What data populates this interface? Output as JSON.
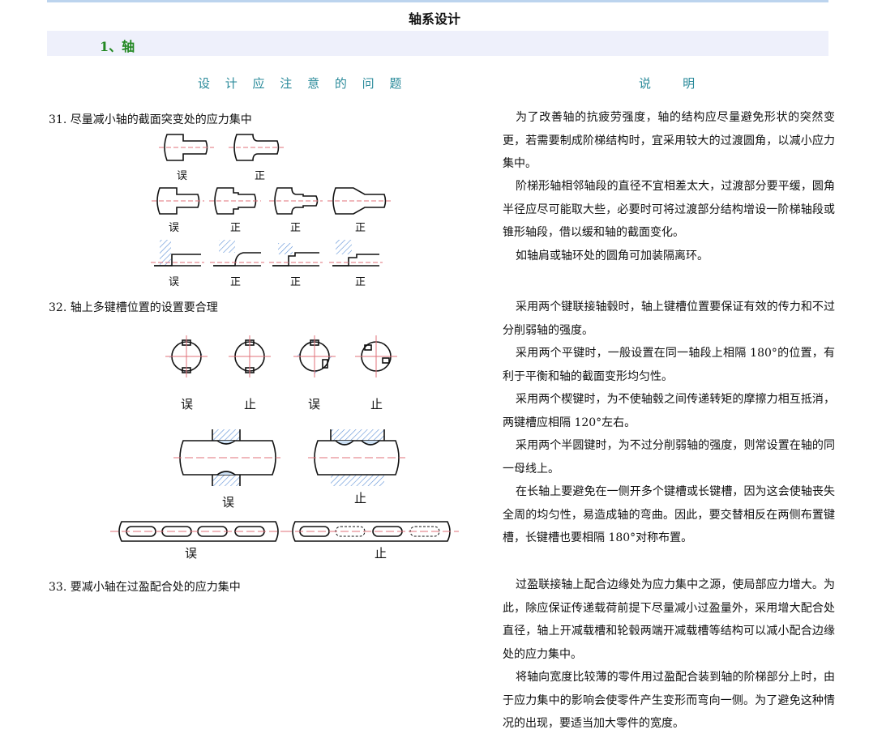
{
  "doc_title": "轴系设计",
  "section": "1、轴",
  "col_left": "设 计 应 注 意 的 问 题",
  "col_right": "说    明",
  "items": [
    {
      "title": "31.  尽量减小轴的截面突变处的应力集中",
      "paras": [
        "为了改善轴的抗疲劳强度，轴的结构应尽量避免形状的突然变更，若需要制成阶梯结构时，宜采用较大的过渡圆角，以减小应力集中。",
        "阶梯形轴相邻轴段的直径不宜相差太大，过渡部分要平缓，圆角半径应尽可能取大些，必要时可将过渡部分结构增设一阶梯轴段或锥形轴段，借以缓和轴的截面变化。",
        "如轴肩或轴环处的圆角可加装隔离环。"
      ]
    },
    {
      "title": "32.  轴上多键槽位置的设置要合理",
      "paras": [
        "采用两个键联接轴毂时，轴上键槽位置要保证有效的传力和不过分削弱轴的强度。",
        "采用两个平键时，一般设置在同一轴段上相隔 180°的位置，有利于平衡和轴的截面变形均匀性。",
        "采用两个楔键时，为不使轴毂之间传递转矩的摩擦力相互抵消，两键槽应相隔 120°左右。",
        "采用两个半圆键时，为不过分削弱轴的强度，则常设置在轴的同一母线上。",
        "在长轴上要避免在一侧开多个键槽或长键槽，因为这会使轴丧失全周的均匀性，易造成轴的弯曲。因此，要交替相反在两侧布置键槽，长键槽也要相隔 180°对称布置。"
      ]
    },
    {
      "title": "33.  要减小轴在过盈配合处的应力集中",
      "paras": [
        "过盈联接轴上配合边缘处为应力集中之源，使局部应力增大。为此，除应保证传递载荷前提下尽量减小过盈量外，采用增大配合处直径，轴上开减载槽和轮毂两端开减载槽等结构可以减小配合边缘处的应力集中。",
        "将轴向宽度比较薄的零件用过盈配合装到轴的阶梯部分上时，由于应力集中的影响会使零件产生变形而弯向一侧。为了避免这种情况的出现，要适当加大零件的宽度。"
      ]
    }
  ],
  "fig_labels": {
    "wrong": "误",
    "right": "正",
    "right_variant": "止"
  }
}
